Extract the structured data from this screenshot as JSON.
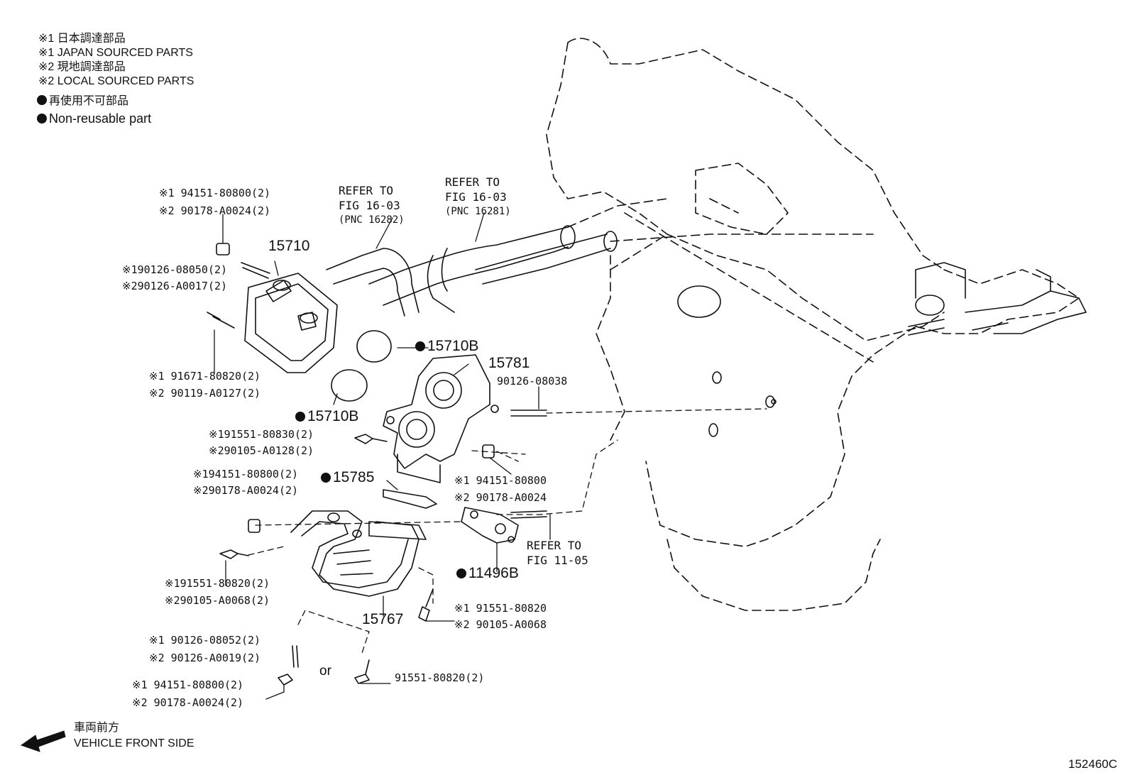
{
  "legend": {
    "l1": "※1  日本調達部品",
    "l2": "※1  JAPAN SOURCED PARTS",
    "l3": "※2  現地調達部品",
    "l4": "※2  LOCAL SOURCED PARTS",
    "l5": "再使用不可部品",
    "l6": "Non-reusable part"
  },
  "callouts": {
    "c1a": "※1 94151-80800(2)",
    "c1b": "※2 90178-A0024(2)",
    "c2a": "※190126-08050(2)",
    "c2b": "※290126-A0017(2)",
    "c3a": "※1 91671-80820(2)",
    "c3b": "※2 90119-A0127(2)",
    "c4a": "※191551-80830(2)",
    "c4b": "※290105-A0128(2)",
    "c5a": "※194151-80800(2)",
    "c5b": "※290178-A0024(2)",
    "c6a": "※1 94151-80800",
    "c6b": "※2 90178-A0024",
    "c7": "90126-08038",
    "c8a": "※191551-80820(2)",
    "c8b": "※290105-A0068(2)",
    "c9a": "※1 91551-80820",
    "c9b": "※2 90105-A0068",
    "c10a": "※1 90126-08052(2)",
    "c10b": "※2 90126-A0019(2)",
    "c11a": "※1 94151-80800(2)",
    "c11b": "※2 90178-A0024(2)",
    "c12": "91551-80820(2)",
    "or": "or"
  },
  "refs": {
    "r1a": "REFER TO",
    "r1b": "FIG 16-03",
    "r1c": "(PNC 16282)",
    "r2a": "REFER TO",
    "r2b": "FIG 16-03",
    "r2c": "(PNC 16281)",
    "r3a": "REFER TO",
    "r3b": "FIG 11-05"
  },
  "parts": {
    "p15710": "15710",
    "p15710B_1": "15710B",
    "p15710B_2": "15710B",
    "p15781": "15781",
    "p15785": "15785",
    "p11496B": "11496B",
    "p15767": "15767"
  },
  "direction": {
    "jp": "車両前方",
    "en": "VEHICLE FRONT SIDE"
  },
  "figure_id": "152460C"
}
